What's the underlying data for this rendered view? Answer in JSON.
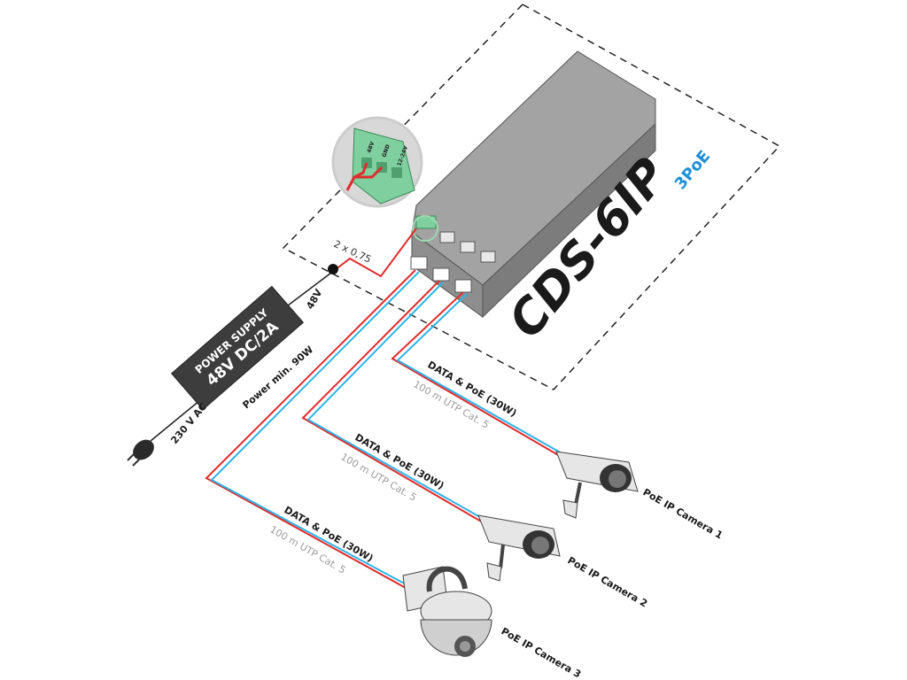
{
  "device": {
    "logo": "CDS-6IP",
    "logo_suffix": "3PoE",
    "terminal_labels": [
      "48V",
      "GND",
      "12-24V"
    ]
  },
  "power_supply": {
    "line1": "POWER SUPPLY",
    "line2": "48V DC/2A",
    "power_label": "Power min. 90W",
    "input_label": "230 V AC",
    "output_label": "48V",
    "wire_label": "2 x 0,75"
  },
  "links": [
    {
      "label": "DATA & PoE (30W)",
      "cable": "100 m UTP Cat. 5",
      "camera": "PoE IP Camera 1"
    },
    {
      "label": "DATA & PoE (30W)",
      "cable": "100 m UTP Cat. 5",
      "camera": "PoE IP Camera 2"
    },
    {
      "label": "DATA & PoE (30W)",
      "cable": "100 m UTP Cat. 5",
      "camera": "PoE IP Camera 3"
    }
  ],
  "colors": {
    "power_wire": "#e02b2b",
    "data_wire": "#2fb3e6",
    "device": "#9a9a9a",
    "terminal": "#7fcf9f",
    "logo": "#1a1a1a",
    "logo_accent": "#1f8fd6"
  }
}
